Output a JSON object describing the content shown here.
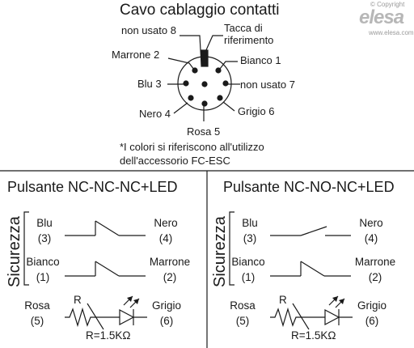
{
  "header": {
    "title": "Cavo cablaggio contatti",
    "copyright": "© Copyright",
    "logo": "elesa",
    "url": "www.elesa.com"
  },
  "connector": {
    "pins": {
      "p8": "non usato 8",
      "notch": "Tacca di\nriferimento",
      "p2": "Marrone 2",
      "p1": "Bianco 1",
      "p3": "Blu 3",
      "p7": "non usato 7",
      "p4": "Nero 4",
      "p6": "Grigio 6",
      "p5": "Rosa 5"
    },
    "note_line1": "*I colori si riferiscono all'utilizzo",
    "note_line2": "dell'accessorio FC-ESC"
  },
  "panel_left": {
    "title": "Pulsante NC-NC-NC+LED",
    "group_label": "Sicurezza",
    "row1": {
      "left": "Blu\n(3)",
      "right": "Nero\n(4)"
    },
    "row2": {
      "left": "Bianco\n(1)",
      "right": "Marrone\n(2)"
    },
    "row3": {
      "left": "Rosa\n(5)",
      "right": "Grigio\n(6)"
    },
    "resistor_label": "R",
    "resistor_value": "R=1.5KΩ"
  },
  "panel_right": {
    "title": "Pulsante NC-NO-NC+LED",
    "group_label": "Sicurezza",
    "row1": {
      "left": "Blu\n(3)",
      "right": "Nero\n(4)"
    },
    "row2": {
      "left": "Bianco\n(1)",
      "right": "Marrone\n(2)"
    },
    "row3": {
      "left": "Rosa\n(5)",
      "right": "Grigio\n(6)"
    },
    "resistor_label": "R",
    "resistor_value": "R=1.5KΩ"
  }
}
